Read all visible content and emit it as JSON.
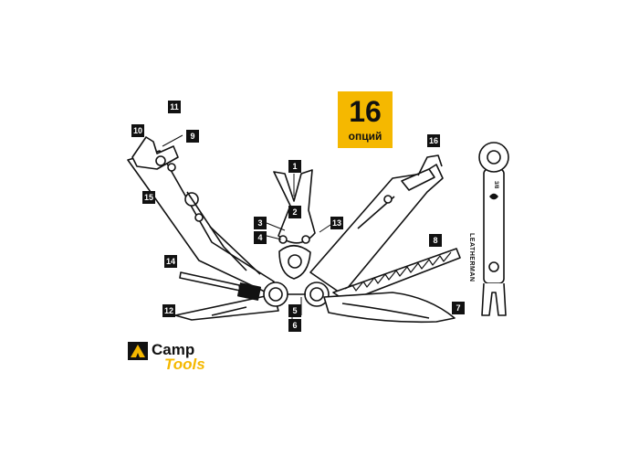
{
  "badge": {
    "count": "16",
    "caption": "опций"
  },
  "callouts": [
    "1",
    "2",
    "3",
    "4",
    "5",
    "6",
    "7",
    "8",
    "9",
    "10",
    "11",
    "12",
    "13",
    "14",
    "15",
    "16"
  ],
  "logo": {
    "word_top": "Camp",
    "word_bottom": "Tools"
  },
  "key_tool": {
    "brand": "LEATHERMAN",
    "size_label": "3/8"
  },
  "colors": {
    "accent": "#f5b800",
    "ink": "#111111",
    "paper": "#ffffff"
  }
}
